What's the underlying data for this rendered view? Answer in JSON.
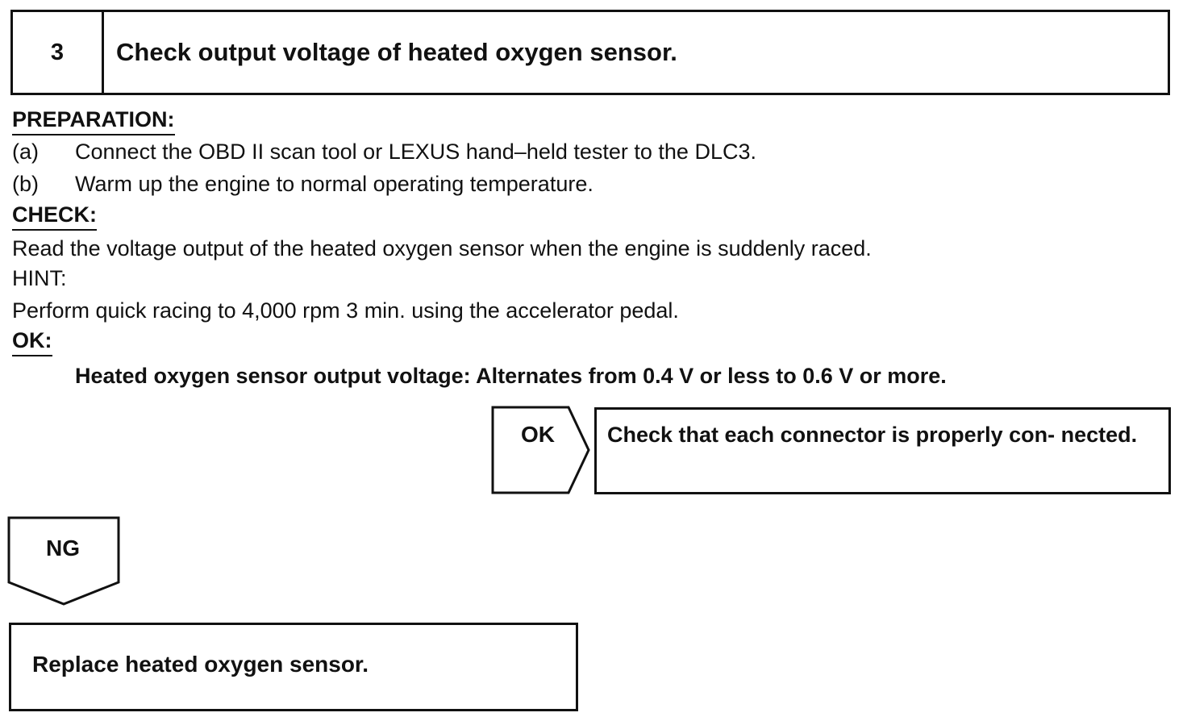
{
  "step": {
    "number": "3",
    "title": "Check output voltage of heated oxygen sensor."
  },
  "preparation": {
    "heading": "PREPARATION:",
    "items": [
      {
        "label": "(a)",
        "text": "Connect the OBD II scan tool or LEXUS hand–held tester to the DLC3."
      },
      {
        "label": "(b)",
        "text": "Warm up the engine to normal operating temperature."
      }
    ]
  },
  "check": {
    "heading": "CHECK:",
    "text": "Read the voltage output of the heated oxygen sensor when the engine is suddenly raced."
  },
  "hint": {
    "heading": "HINT:",
    "text": "Perform quick racing to 4,000 rpm 3 min. using the accelerator pedal."
  },
  "ok_criteria": {
    "heading": "OK:",
    "spec": "Heated oxygen sensor output voltage: Alternates from 0.4 V or less to 0.6 V or more."
  },
  "flow": {
    "ok_label": "OK",
    "ok_result": "Check that each connector is properly con- nected.",
    "ng_label": "NG",
    "ng_result": "Replace heated oxygen sensor."
  }
}
